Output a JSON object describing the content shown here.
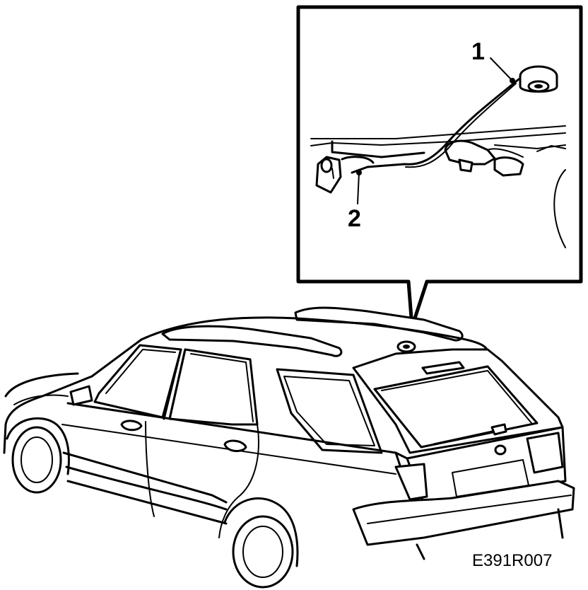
{
  "callouts": {
    "one": "1",
    "two": "2"
  },
  "figure_code": "E391R007",
  "colors": {
    "ink": "#000000",
    "paper": "#ffffff"
  }
}
